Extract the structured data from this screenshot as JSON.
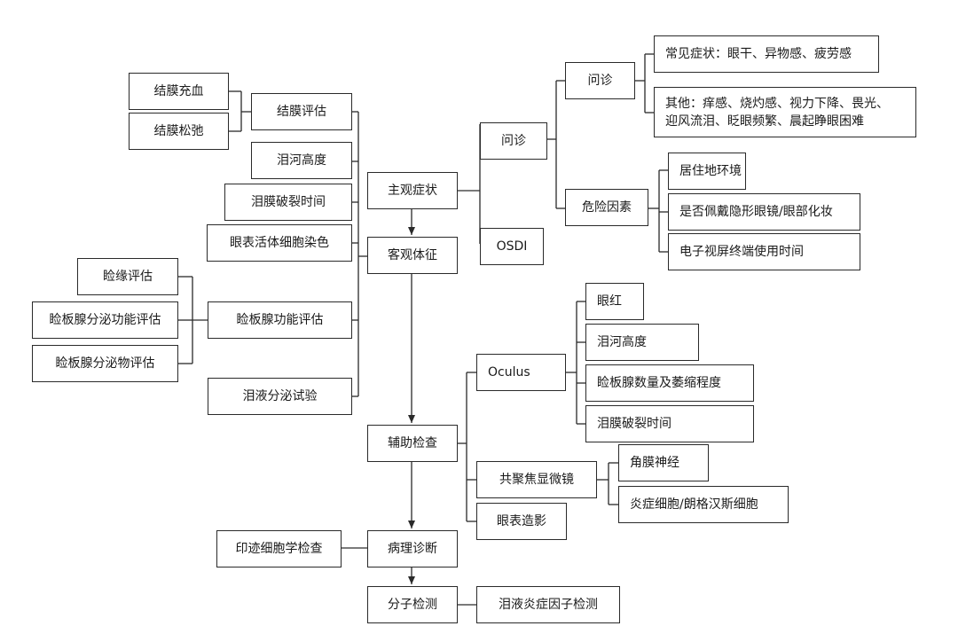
{
  "center": {
    "subjective": "主观症状",
    "objective": "客观体征",
    "auxiliary": "辅助检查",
    "pathology": "病理诊断",
    "molecular": "分子检测"
  },
  "subjective_branch": {
    "inquiry": "问诊",
    "osdi": "OSDI",
    "inquiry_sub": "问诊",
    "risk": "危险因素",
    "common_symptoms": "常见症状：眼干、异物感、疲劳感",
    "other_symptoms_line1": "其他：痒感、烧灼感、视力下降、畏光、",
    "other_symptoms_line2": "迎风流泪、眨眼频繁、晨起睁眼困难",
    "residence": "居住地环境",
    "contact_lens": "是否佩戴隐形眼镜/眼部化妆",
    "screen_time": "电子视屏终端使用时间"
  },
  "objective_branch": {
    "conj_eval": "结膜评估",
    "conj_hyperemia": "结膜充血",
    "conj_laxity": "结膜松弛",
    "tear_meniscus": "泪河高度",
    "tbut": "泪膜破裂时间",
    "vital_staining": "眼表活体细胞染色",
    "mgd_eval": "睑板腺功能评估",
    "lid_margin": "睑缘评估",
    "mg_function": "睑板腺分泌功能评估",
    "mg_secretion": "睑板腺分泌物评估",
    "schirmer": "泪液分泌试验"
  },
  "auxiliary_branch": {
    "oculus": "Oculus",
    "confocal": "共聚焦显微镜",
    "imaging": "眼表造影",
    "red_eye": "眼红",
    "oculus_tear_meniscus": "泪河高度",
    "mg_dropout": "睑板腺数量及萎缩程度",
    "oculus_tbut": "泪膜破裂时间",
    "corneal_nerve": "角膜神经",
    "inflammatory_cells": "炎症细胞/朗格汉斯细胞"
  },
  "pathology_branch": {
    "impression_cytology": "印迹细胞学检查"
  },
  "molecular_branch": {
    "tear_factors": "泪液炎症因子检测"
  }
}
